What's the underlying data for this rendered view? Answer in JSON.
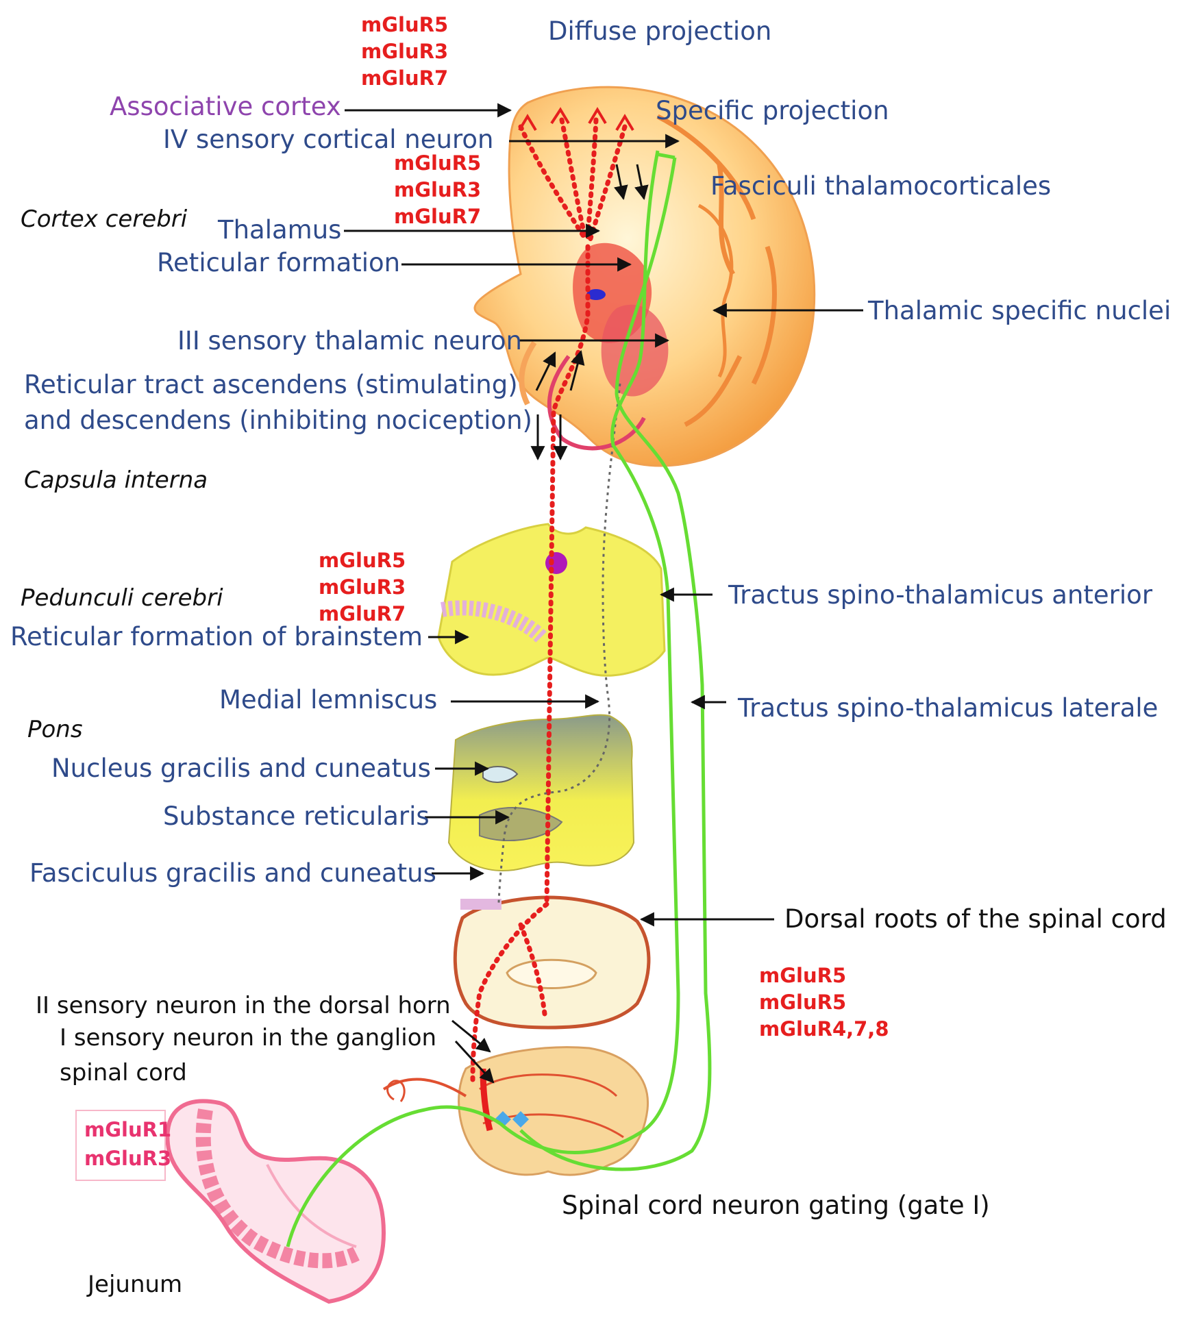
{
  "labels": {
    "diffuse_projection": "Diffuse projection",
    "associative_cortex": "Associative cortex",
    "specific_projection": "Specific projection",
    "iv_sensory_cortical_neuron": "IV sensory cortical neuron",
    "fasciculi_thalamocorticales": "Fasciculi thalamocorticales",
    "cortex_cerebri": "Cortex cerebri",
    "thalamus": "Thalamus",
    "reticular_formation": "Reticular formation",
    "thalamic_specific_nuclei": "Thalamic specific nuclei",
    "iii_sensory_thalamic_neuron": "III sensory thalamic neuron",
    "reticular_tract_line1": "Reticular tract ascendens (stimulating)",
    "reticular_tract_line2": "and descendens (inhibiting  nociception)",
    "capsula_interna": "Capsula interna",
    "pedunculi_cerebri": "Pedunculi cerebri",
    "tractus_anterior": "Tractus spino-thalamicus anterior",
    "reticular_formation_brainstem": "Reticular formation of brainstem",
    "medial_lemniscus": "Medial lemniscus",
    "tractus_laterale": "Tractus spino-thalamicus laterale",
    "pons": "Pons",
    "nucleus_gracilis": "Nucleus gracilis and cuneatus",
    "substance_reticularis": "Substance reticularis",
    "fasciculus_gracilis": "Fasciculus gracilis and cuneatus",
    "dorsal_roots": "Dorsal roots of the spinal cord",
    "ii_sensory_neuron": "II sensory neuron in the dorsal horn",
    "i_sensory_neuron_line1": "I sensory neuron in the ganglion",
    "i_sensory_neuron_line2": "spinal cord",
    "spinal_gating": "Spinal cord neuron gating (gate I)",
    "jejunum": "Jejunum"
  },
  "receptors": {
    "cortex": [
      "mGluR5",
      "mGluR3",
      "mGluR7"
    ],
    "thalamus": [
      "mGluR5",
      "mGluR3",
      "mGluR7"
    ],
    "brainstem": [
      "mGluR5",
      "mGluR3",
      "mGluR7"
    ],
    "spinal": [
      "mGluR5",
      "mGluR5",
      "mGluR4,7,8"
    ],
    "jejunum": [
      "mGluR1",
      "mGluR3"
    ]
  },
  "colors": {
    "label_blue": "#2e4a8a",
    "receptor_red": "#e61e1e",
    "receptor_pink": "#e8336f",
    "tract_green": "#66dd33",
    "reticular_red": "#e61e1e",
    "associative_purple": "#8e44ad"
  }
}
